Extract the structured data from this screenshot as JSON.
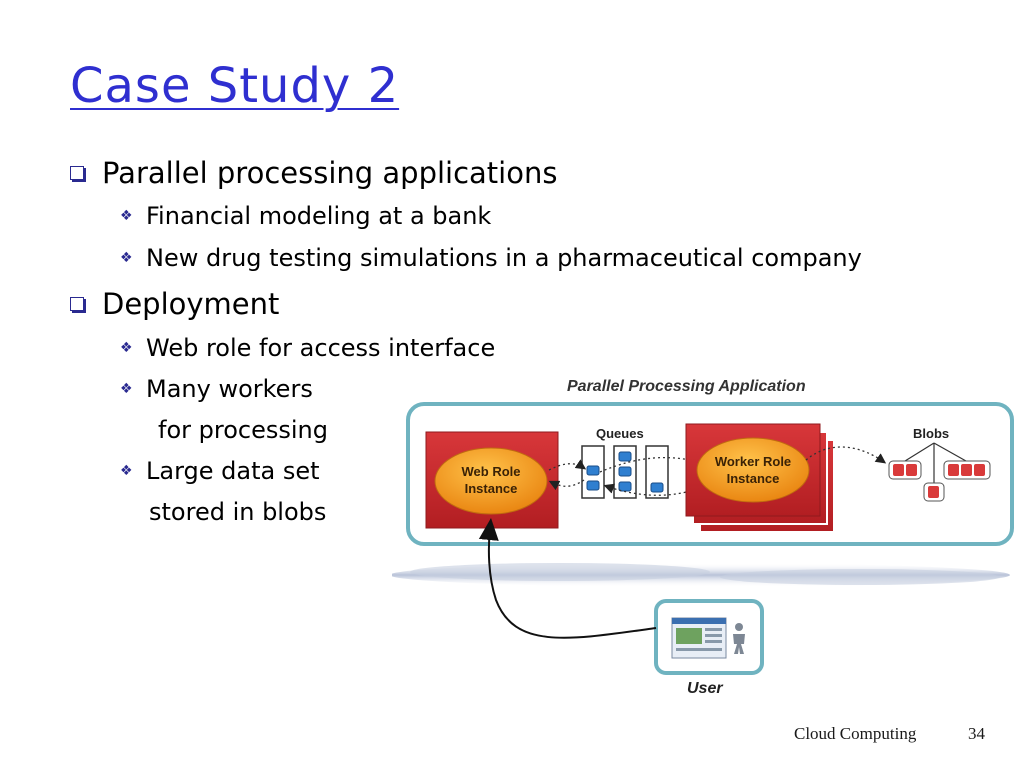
{
  "slide": {
    "title": "Case Study 2",
    "bullets": [
      {
        "text": "Parallel processing applications",
        "sub": [
          {
            "lines": [
              "Financial modeling at a bank"
            ]
          },
          {
            "lines": [
              "New drug testing simulations in a pharmaceutical company"
            ]
          }
        ]
      },
      {
        "text": "Deployment",
        "sub": [
          {
            "lines": [
              "Web role for access interface"
            ]
          },
          {
            "lines": [
              "Many  workers",
              "for processing"
            ]
          },
          {
            "lines": [
              "Large data set",
              "stored in blobs"
            ]
          }
        ]
      }
    ]
  },
  "diagram": {
    "title": "Parallel Processing Application",
    "queues_label": "Queues",
    "blobs_label": "Blobs",
    "web_role_line1": "Web Role",
    "web_role_line2": "Instance",
    "worker_role_line1": "Worker Role",
    "worker_role_line2": "Instance",
    "user_label": "User",
    "colors": {
      "panel_border": "#6fb3c0",
      "role_box": "#c8262a",
      "ellipse": "#f39a1e",
      "queue_item": "#2f7fd0",
      "blob": "#d93a3a"
    }
  },
  "footer": {
    "course": "Cloud Computing",
    "page": "34"
  }
}
